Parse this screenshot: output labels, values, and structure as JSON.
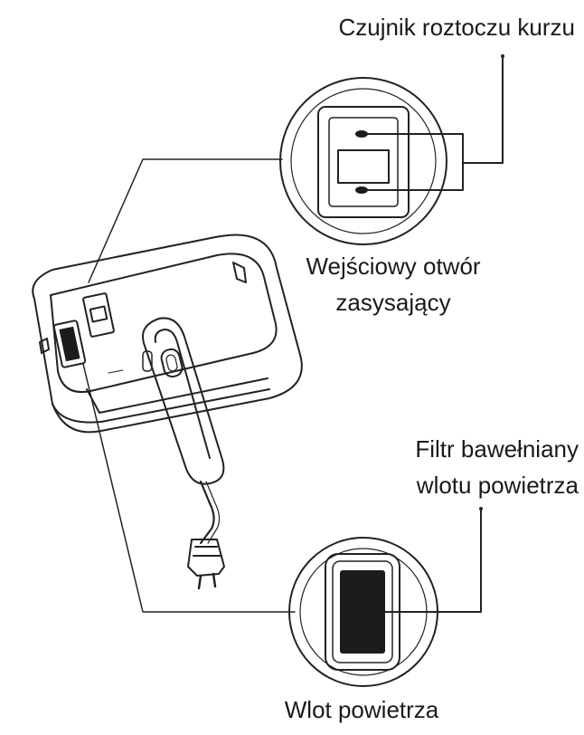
{
  "labels": {
    "dust_sensor": "Czujnik roztoczu kurzu",
    "suction_inlet_line1": "Wejściowy otwór",
    "suction_inlet_line2": "zasysający",
    "cotton_filter_line1": "Filtr bawełniany",
    "cotton_filter_line2": "wlotu powietrza",
    "air_inlet": "Wlot powietrza"
  },
  "colors": {
    "line": "#222222",
    "fill_dark": "#1c1c1c",
    "background": "#ffffff"
  }
}
